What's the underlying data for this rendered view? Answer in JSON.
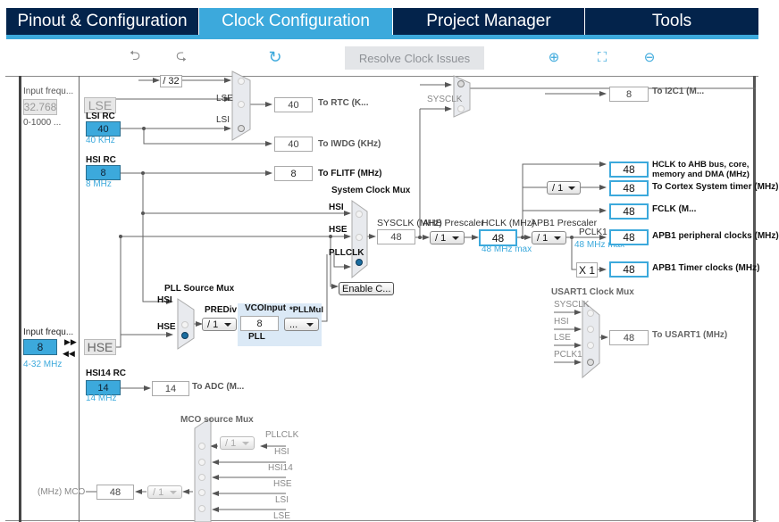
{
  "tabs": [
    {
      "label": "Pinout & Configuration",
      "active": false
    },
    {
      "label": "Clock Configuration",
      "active": true
    },
    {
      "label": "Project Manager",
      "active": false
    },
    {
      "label": "Tools",
      "active": false
    }
  ],
  "toolbar": {
    "undo_icon": "undo-icon",
    "redo_icon": "redo-icon",
    "reset_icon": "refresh-icon",
    "resolve_label": "Resolve Clock Issues",
    "zoom_in_icon": "zoom-in-icon",
    "fit_icon": "fit-screen-icon",
    "zoom_out_icon": "zoom-out-icon"
  },
  "lse_input": {
    "label": "Input frequ...",
    "value": "32.768",
    "range": "0-1000 ...",
    "name": "LSE"
  },
  "lsi_rc": {
    "label": "LSI RC",
    "value": "40",
    "freq": "40 KHz"
  },
  "hsi_rc": {
    "label": "HSI RC",
    "value": "8",
    "freq": "8 MHz"
  },
  "hse_input": {
    "label": "Input frequ...",
    "value": "8",
    "range": "4-32 MHz",
    "name": "HSE"
  },
  "hsi14_rc": {
    "label": "HSI14 RC",
    "value": "14",
    "freq": "14 MHz"
  },
  "rtc": {
    "div": "/ 32",
    "in_lse": "LSE",
    "in_lsi": "LSI",
    "value": "40",
    "label": "To RTC (K..."
  },
  "iwdg": {
    "value": "40",
    "label": "To IWDG (KHz)"
  },
  "flitf": {
    "value": "8",
    "label": "To FLITF (MHz)"
  },
  "i2c1": {
    "in_sysclk": "SYSCLK",
    "value": "8",
    "label": "To I2C1 (M..."
  },
  "sysmux": {
    "title": "System Clock Mux",
    "in_hsi": "HSI",
    "in_hse": "HSE",
    "in_pll": "PLLCLK",
    "enable_label": "Enable C..."
  },
  "sysclk": {
    "label": "SYSCLK (MHz)",
    "value": "48"
  },
  "ahb": {
    "label": "AHB Prescaler",
    "value": "/ 1"
  },
  "hclk": {
    "label": "HCLK (MHz)",
    "value": "48",
    "max": "48 MHz max"
  },
  "apb1": {
    "label": "APB1 Prescaler",
    "value": "/ 1",
    "pclk_label": "PCLK1",
    "max": "48 MHz max"
  },
  "outputs": {
    "hclk_ahb": {
      "value": "48",
      "label": "HCLK to AHB bus, core,",
      "label2": "memory and DMA (MHz)"
    },
    "cortex": {
      "div": "/ 1",
      "value": "48",
      "label": "To Cortex System timer (MHz)"
    },
    "fclk": {
      "value": "48",
      "label": "FCLK (M..."
    },
    "apb1_periph": {
      "value": "48",
      "label": "APB1 peripheral clocks (MHz)"
    },
    "apb1_timer": {
      "mult": "X 1",
      "value": "48",
      "label": "APB1 Timer clocks (MHz)"
    }
  },
  "pll": {
    "mux_title": "PLL Source Mux",
    "in_hsi": "HSI",
    "in_hse": "HSE",
    "prediv_label": "PREDiv",
    "prediv": "/ 1",
    "vco_label": "VCOInput",
    "vco": "8",
    "mul_label": "*PLLMul",
    "mul": "...",
    "name": "PLL"
  },
  "usart1": {
    "title": "USART1 Clock Mux",
    "inputs": [
      "SYSCLK",
      "HSI",
      "LSE",
      "PCLK1"
    ],
    "value": "48",
    "label": "To USART1 (MHz)"
  },
  "adc": {
    "value": "14",
    "label": "To ADC (M..."
  },
  "mco": {
    "title": "MCO source Mux",
    "pll_div": "/ 1",
    "inputs": [
      "PLLCLK",
      "HSI",
      "HSI14",
      "HSE",
      "LSI",
      "LSE"
    ],
    "div": "/ 1",
    "value": "48",
    "label": "(MHz) MCO"
  }
}
